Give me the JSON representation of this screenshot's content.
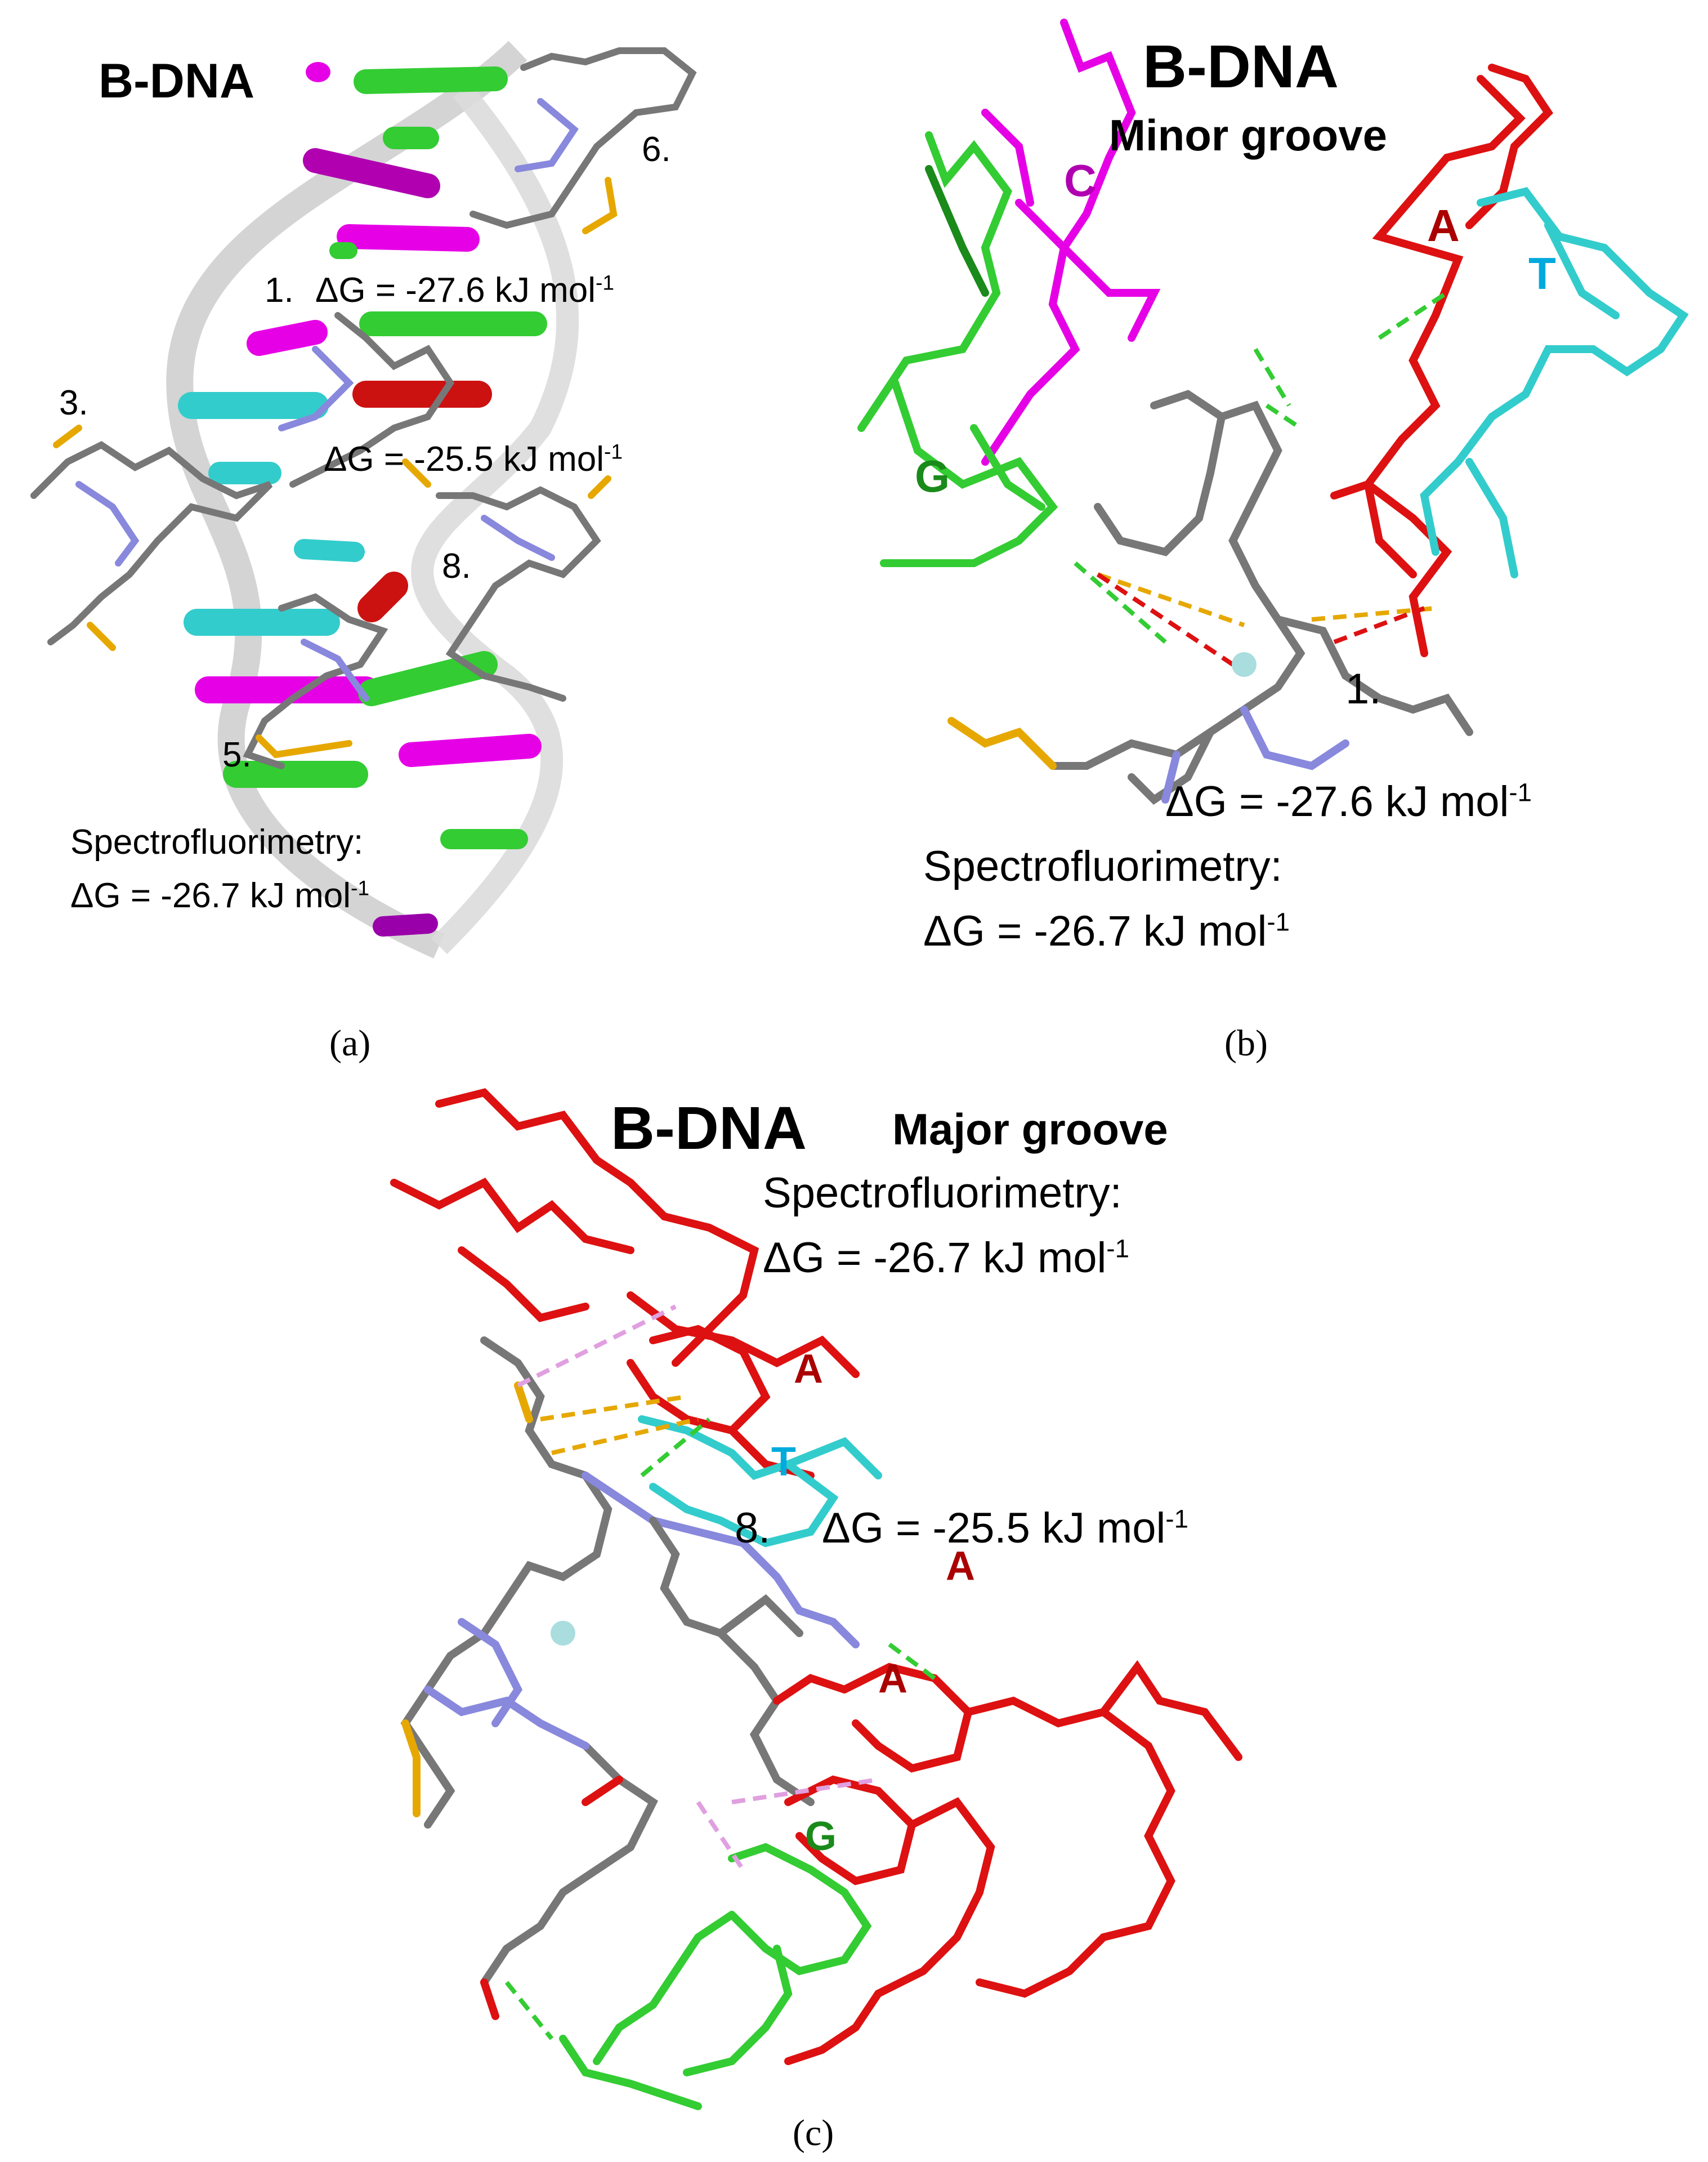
{
  "panels": {
    "a": {
      "caption": "(a)",
      "title": "B-DNA",
      "labels": {
        "l1_num": "1.",
        "l1_text": "ΔG = -27.6 kJ mol",
        "l1_sup": "-1",
        "l3_num": "3.",
        "l_mid_text": "ΔG = -25.5 kJ mol",
        "l_mid_sup": "-1",
        "l5_num": "5.",
        "l6_num": "6.",
        "l8_num": "8.",
        "spec_label": "Spectrofluorimetry:",
        "spec_text": "ΔG = -26.7 kJ mol",
        "spec_sup": "-1"
      }
    },
    "b": {
      "caption": "(b)",
      "title": "B-DNA",
      "subtitle": "Minor groove",
      "bases": {
        "c": "C",
        "a": "A",
        "t": "T",
        "g": "G"
      },
      "labels": {
        "l1_num": "1.",
        "dg_text": "ΔG = -27.6 kJ mol",
        "dg_sup": "-1",
        "spec_label": "Spectrofluorimetry:",
        "spec_text": "ΔG = -26.7 kJ mol",
        "spec_sup": "-1"
      }
    },
    "c": {
      "caption": "(c)",
      "title": "B-DNA",
      "subtitle": "Major groove",
      "bases": {
        "a1": "A",
        "t": "T",
        "a2": "A",
        "a3": "A",
        "g": "G"
      },
      "labels": {
        "spec_label": "Spectrofluorimetry:",
        "spec_text": "ΔG = -26.7 kJ mol",
        "spec_sup": "-1",
        "l8_num": "8.",
        "dg_text": "ΔG = -25.5 kJ mol",
        "dg_sup": "-1"
      }
    }
  },
  "colors": {
    "green": "#33cc33",
    "magenta": "#e600e6",
    "red": "#dd1111",
    "cyan": "#33cccc",
    "gray": "#777777",
    "yellow": "#e6a800",
    "blue_n": "#8888dd",
    "ribbon": "#cfcfcf"
  }
}
